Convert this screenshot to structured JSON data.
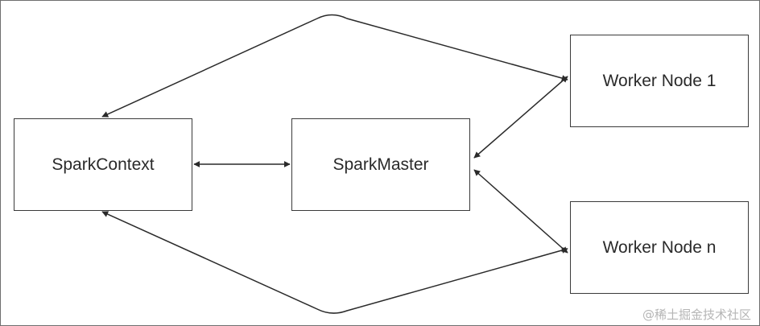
{
  "nodes": {
    "spark_context": "SparkContext",
    "spark_master": "SparkMaster",
    "worker_1": "Worker Node 1",
    "worker_n": "Worker Node n"
  },
  "watermark": "@稀土掘金技术社区",
  "colors": {
    "stroke": "#3a3a3a",
    "text": "#2a2a2a",
    "watermark": "#b5b5b5"
  }
}
